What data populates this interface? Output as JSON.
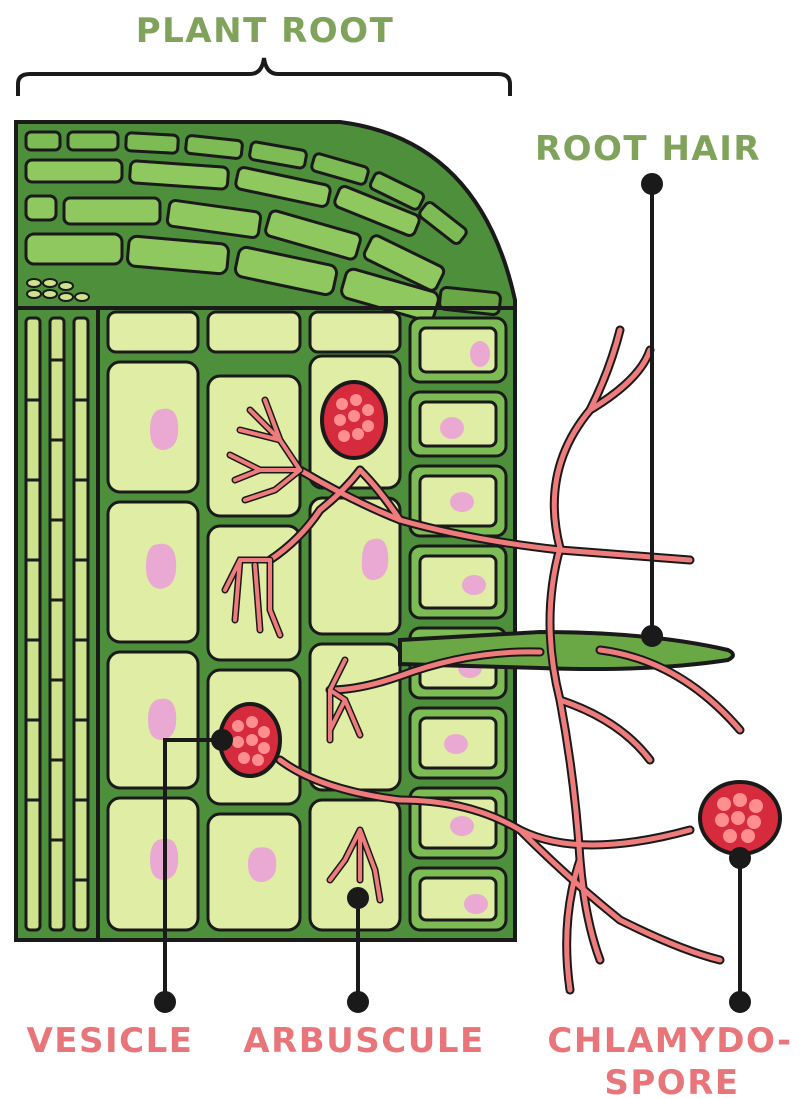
{
  "labels": {
    "plant_root": "PLANT ROOT",
    "root_hair": "ROOT HAIR",
    "vesicle": "VESICLE",
    "arbuscule": "ARBUSCULE",
    "chlamydospore_line1": "CHLAMYDO-",
    "chlamydospore_line2": "SPORE"
  },
  "colors": {
    "label_green": "#7fa35a",
    "label_red": "#e8757a",
    "outline": "#1a1a1a",
    "dark_green": "#4e8f3c",
    "mid_green": "#7dbb55",
    "light_green": "#cfe38f",
    "cell_fill": "#dfeda5",
    "nucleus_pink": "#e9a9d2",
    "hypha": "#ef7c7c",
    "spore_red": "#d52b3c",
    "spore_dots": "#ff8f8f"
  }
}
